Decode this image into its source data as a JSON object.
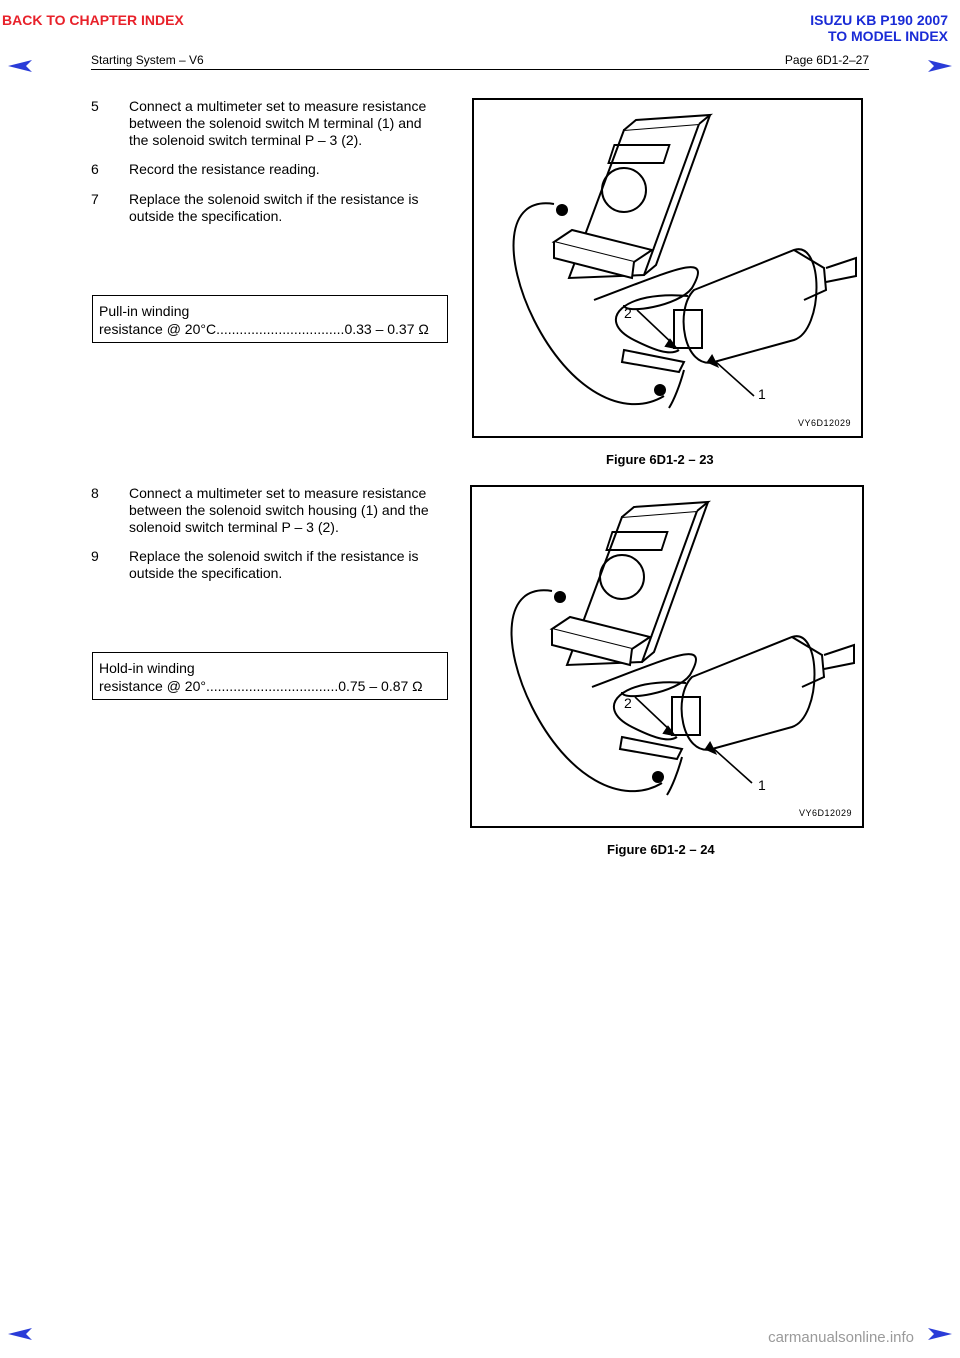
{
  "nav": {
    "back_chapter": "BACK TO CHAPTER INDEX",
    "model_title": "ISUZU KB P190 2007",
    "to_model_index": "TO MODEL INDEX",
    "prev_icon": "left-arrow-icon",
    "next_icon": "right-arrow-icon"
  },
  "header": {
    "section": "Starting System – V6",
    "page": "Page 6D1-2–27"
  },
  "colors": {
    "nav_red": "#e8212a",
    "nav_blue": "#1a2bd6",
    "arrow_blue": "#2a3cd8"
  },
  "steps_a": [
    {
      "num": "5",
      "lines": [
        "Connect a multimeter set to measure resistance",
        "between the solenoid switch M terminal (1) and",
        "the solenoid switch terminal P – 3 (2)."
      ]
    },
    {
      "num": "6",
      "lines": [
        "Record the resistance reading."
      ]
    },
    {
      "num": "7",
      "lines": [
        "Replace the solenoid switch if the resistance is",
        "outside the specification."
      ]
    }
  ],
  "spec_a": {
    "line1": "Pull-in winding",
    "line2": "resistance @ 20°C.................................0.33 – 0.37 Ω"
  },
  "figure_a": {
    "caption": "Figure 6D1-2 –  23",
    "code": "VY6D12029",
    "callout1": "1",
    "callout2": "2"
  },
  "steps_b": [
    {
      "num": "8",
      "lines": [
        "Connect a multimeter set to measure resistance",
        "between the solenoid switch housing (1) and the",
        "solenoid switch terminal P – 3 (2)."
      ]
    },
    {
      "num": "9",
      "lines": [
        "Replace the solenoid switch if the resistance is",
        "outside the specification."
      ]
    }
  ],
  "spec_b": {
    "line1": "Hold-in winding",
    "line2": "resistance @ 20°..................................0.75 – 0.87 Ω"
  },
  "figure_b": {
    "caption": "Figure 6D1-2 –  24",
    "code": "VY6D12029",
    "callout1": "1",
    "callout2": "2"
  },
  "footer": {
    "watermark": "carmanualsonline.info"
  }
}
